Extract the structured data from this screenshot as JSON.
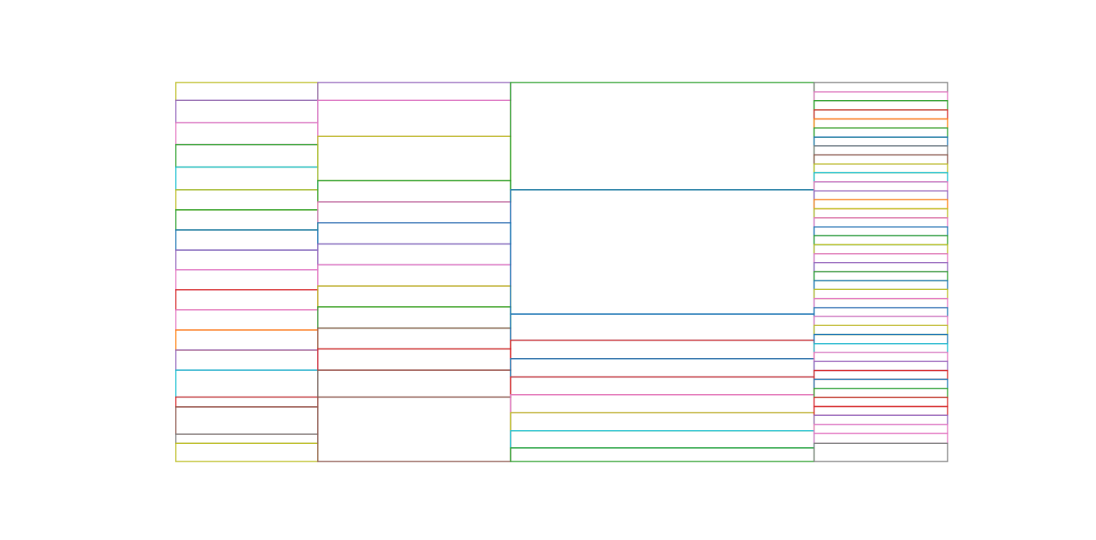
{
  "palette": [
    "#1f77b4",
    "#ff7f0e",
    "#2ca02c",
    "#d62728",
    "#9467bd",
    "#8c564b",
    "#e377c2",
    "#7f7f7f",
    "#bcbd22",
    "#17becf"
  ],
  "chart_data": {
    "type": "treemap",
    "title": "",
    "xlabel": "",
    "ylabel": "",
    "grid": false,
    "legend": "none",
    "xlim": [
      0,
      100
    ],
    "ylim": [
      0,
      100
    ],
    "columns": [
      {
        "x0": 0,
        "x1": 18.4,
        "stack": [
          {
            "y0": 0,
            "y1": 4.7,
            "segments": [
              {
                "y0": 0,
                "y1": 4.7,
                "color": "#bcbd22"
              }
            ]
          },
          {
            "y0": 4.7,
            "y1": 28.3,
            "segments": [
              {
                "y0": 4.7,
                "y1": 10.6,
                "color": "#9467bd"
              },
              {
                "y0": 10.6,
                "y1": 16.4,
                "color": "#e377c2"
              },
              {
                "y0": 16.4,
                "y1": 22.3,
                "color": "#2ca02c"
              },
              {
                "y0": 22.3,
                "y1": 28.3,
                "color": "#17becf"
              }
            ]
          },
          {
            "y0": 28.3,
            "y1": 83.0,
            "segments": [
              {
                "y0": 28.3,
                "y1": 33.6,
                "color": "#bcbd22"
              },
              {
                "y0": 33.6,
                "y1": 38.9,
                "color": "#2ca02c"
              },
              {
                "y0": 38.9,
                "y1": 44.2,
                "color": "#1f77b4"
              },
              {
                "y0": 44.2,
                "y1": 49.4,
                "color": "#9467bd"
              },
              {
                "y0": 49.4,
                "y1": 54.7,
                "color": "#e377c2"
              },
              {
                "y0": 54.7,
                "y1": 60.0,
                "color": "#d62728"
              },
              {
                "y0": 60.0,
                "y1": 65.3,
                "color": "#e377c2"
              },
              {
                "y0": 65.3,
                "y1": 70.6,
                "color": "#ff7f0e"
              },
              {
                "y0": 70.6,
                "y1": 75.9,
                "color": "#9467bd"
              },
              {
                "y0": 75.9,
                "y1": 83.0,
                "color": "#17becf"
              }
            ]
          },
          {
            "y0": 83.0,
            "y1": 85.6,
            "segments": [
              {
                "y0": 83.0,
                "y1": 85.6,
                "color": "#d62728"
              }
            ]
          },
          {
            "y0": 85.6,
            "y1": 92.8,
            "segments": [
              {
                "y0": 85.6,
                "y1": 92.8,
                "color": "#8c564b"
              }
            ]
          },
          {
            "y0": 92.8,
            "y1": 95.2,
            "segments": [
              {
                "y0": 92.8,
                "y1": 95.2,
                "color": "#7f7f7f"
              }
            ]
          },
          {
            "y0": 95.2,
            "y1": 100,
            "segments": [
              {
                "y0": 95.2,
                "y1": 100,
                "color": "#bcbd22"
              }
            ]
          }
        ]
      },
      {
        "x0": 18.4,
        "x1": 43.4,
        "stack": [
          {
            "y0": 0,
            "y1": 4.7,
            "segments": [
              {
                "y0": 0,
                "y1": 4.7,
                "color": "#9467bd"
              }
            ]
          },
          {
            "y0": 4.7,
            "y1": 14.2,
            "segments": [
              {
                "y0": 4.7,
                "y1": 14.2,
                "color": "#e377c2"
              }
            ]
          },
          {
            "y0": 14.2,
            "y1": 25.9,
            "segments": [
              {
                "y0": 14.2,
                "y1": 25.9,
                "color": "#bcbd22"
              }
            ]
          },
          {
            "y0": 25.9,
            "y1": 83.0,
            "segments": [
              {
                "y0": 25.9,
                "y1": 31.5,
                "color": "#2ca02c"
              },
              {
                "y0": 31.5,
                "y1": 37.0,
                "color": "#e377c2"
              },
              {
                "y0": 37.0,
                "y1": 42.6,
                "color": "#1f77b4"
              },
              {
                "y0": 42.6,
                "y1": 48.1,
                "color": "#9467bd"
              },
              {
                "y0": 48.1,
                "y1": 53.7,
                "color": "#e377c2"
              },
              {
                "y0": 53.7,
                "y1": 59.2,
                "color": "#bcbd22"
              },
              {
                "y0": 59.2,
                "y1": 64.8,
                "color": "#2ca02c"
              },
              {
                "y0": 64.8,
                "y1": 70.3,
                "color": "#8c564b"
              },
              {
                "y0": 70.3,
                "y1": 75.9,
                "color": "#d62728"
              },
              {
                "y0": 75.9,
                "y1": 83.0,
                "color": "#8c564b"
              }
            ]
          },
          {
            "y0": 83.0,
            "y1": 100,
            "segments": [
              {
                "y0": 83.0,
                "y1": 100,
                "color": "#8c564b"
              }
            ]
          }
        ]
      },
      {
        "x0": 43.4,
        "x1": 82.7,
        "stack": [
          {
            "y0": 0,
            "y1": 28.3,
            "segments": [
              {
                "y0": 0,
                "y1": 28.3,
                "color": "#2ca02c"
              }
            ]
          },
          {
            "y0": 28.3,
            "y1": 61.1,
            "segments": [
              {
                "y0": 28.3,
                "y1": 61.1,
                "color": "#1f77b4"
              }
            ]
          },
          {
            "y0": 61.1,
            "y1": 68.0,
            "segments": [
              {
                "y0": 61.1,
                "y1": 68.0,
                "color": "#1f77b4"
              }
            ]
          },
          {
            "y0": 68.0,
            "y1": 100,
            "segments": [
              {
                "y0": 68.0,
                "y1": 72.9,
                "color": "#d62728"
              },
              {
                "y0": 72.9,
                "y1": 77.7,
                "color": "#1f77b4"
              },
              {
                "y0": 77.7,
                "y1": 82.4,
                "color": "#d62728"
              },
              {
                "y0": 82.4,
                "y1": 87.1,
                "color": "#e377c2"
              },
              {
                "y0": 87.1,
                "y1": 91.9,
                "color": "#bcbd22"
              },
              {
                "y0": 91.9,
                "y1": 96.4,
                "color": "#17becf"
              },
              {
                "y0": 96.4,
                "y1": 100,
                "color": "#2ca02c"
              }
            ]
          }
        ]
      },
      {
        "x0": 82.7,
        "x1": 100,
        "stack": [
          {
            "y0": 0,
            "y1": 100,
            "segments": [
              {
                "y0": 0,
                "y1": 2.5,
                "color": "#7f7f7f"
              },
              {
                "y0": 2.5,
                "y1": 4.8,
                "color": "#e377c2"
              },
              {
                "y0": 4.8,
                "y1": 7.2,
                "color": "#2ca02c"
              },
              {
                "y0": 7.2,
                "y1": 9.6,
                "color": "#d62728"
              },
              {
                "y0": 9.6,
                "y1": 12.0,
                "color": "#ff7f0e"
              },
              {
                "y0": 12.0,
                "y1": 14.4,
                "color": "#2ca02c"
              },
              {
                "y0": 14.4,
                "y1": 16.7,
                "color": "#1f77b4"
              },
              {
                "y0": 16.7,
                "y1": 19.1,
                "color": "#7f7f7f"
              },
              {
                "y0": 19.1,
                "y1": 21.5,
                "color": "#8c564b"
              },
              {
                "y0": 21.5,
                "y1": 23.8,
                "color": "#bcbd22"
              },
              {
                "y0": 23.8,
                "y1": 26.2,
                "color": "#17becf"
              },
              {
                "y0": 26.2,
                "y1": 28.6,
                "color": "#e377c2"
              },
              {
                "y0": 28.6,
                "y1": 30.9,
                "color": "#9467bd"
              },
              {
                "y0": 30.9,
                "y1": 33.3,
                "color": "#ff7f0e"
              },
              {
                "y0": 33.3,
                "y1": 35.7,
                "color": "#bcbd22"
              },
              {
                "y0": 35.7,
                "y1": 38.1,
                "color": "#e377c2"
              },
              {
                "y0": 38.1,
                "y1": 40.4,
                "color": "#1f77b4"
              },
              {
                "y0": 40.4,
                "y1": 42.8,
                "color": "#2ca02c"
              },
              {
                "y0": 42.8,
                "y1": 45.2,
                "color": "#bcbd22"
              },
              {
                "y0": 45.2,
                "y1": 47.5,
                "color": "#e377c2"
              },
              {
                "y0": 47.5,
                "y1": 49.9,
                "color": "#9467bd"
              },
              {
                "y0": 49.9,
                "y1": 52.3,
                "color": "#2ca02c"
              },
              {
                "y0": 52.3,
                "y1": 54.6,
                "color": "#1f77b4"
              },
              {
                "y0": 54.6,
                "y1": 57.0,
                "color": "#bcbd22"
              },
              {
                "y0": 57.0,
                "y1": 59.4,
                "color": "#e377c2"
              },
              {
                "y0": 59.4,
                "y1": 61.7,
                "color": "#1f77b4"
              },
              {
                "y0": 61.7,
                "y1": 64.1,
                "color": "#e377c2"
              },
              {
                "y0": 64.1,
                "y1": 66.5,
                "color": "#bcbd22"
              },
              {
                "y0": 66.5,
                "y1": 68.9,
                "color": "#1f77b4"
              },
              {
                "y0": 68.9,
                "y1": 71.2,
                "color": "#17becf"
              },
              {
                "y0": 71.2,
                "y1": 73.6,
                "color": "#e377c2"
              },
              {
                "y0": 73.6,
                "y1": 76.0,
                "color": "#9467bd"
              },
              {
                "y0": 76.0,
                "y1": 78.3,
                "color": "#d62728"
              },
              {
                "y0": 78.3,
                "y1": 80.7,
                "color": "#1f77b4"
              },
              {
                "y0": 80.7,
                "y1": 83.1,
                "color": "#2ca02c"
              },
              {
                "y0": 83.1,
                "y1": 85.5,
                "color": "#d62728"
              },
              {
                "y0": 85.5,
                "y1": 87.8,
                "color": "#d62728"
              },
              {
                "y0": 87.8,
                "y1": 90.2,
                "color": "#9467bd"
              },
              {
                "y0": 90.2,
                "y1": 92.6,
                "color": "#e377c2"
              },
              {
                "y0": 92.6,
                "y1": 95.2,
                "color": "#e377c2"
              },
              {
                "y0": 95.2,
                "y1": 100,
                "color": "#7f7f7f"
              }
            ]
          }
        ]
      }
    ]
  }
}
